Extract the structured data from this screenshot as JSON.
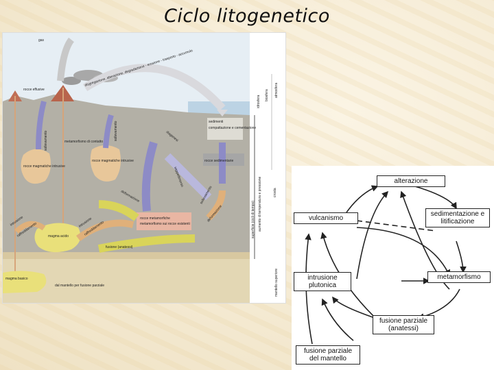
{
  "title": "Ciclo litogenetico",
  "left_diagram": {
    "labels": {
      "gas": "gas",
      "rocce_effusive": "rocce effusive",
      "atmosfera": "atmosfera",
      "biosfera": "biosfera",
      "idrosfera": "idrosfera",
      "top_arc": "disgregazione, alterazione, degradazione - erosione - trasporto - accumulo",
      "sollevamento_left": "sollevamento",
      "sollevamento_mid": "sollevamento",
      "metamorfismo_contatto": "metamorfismo di contatto",
      "rocce_magmatiche_intrusive_1": "rocce magmatiche intrusive",
      "rocce_magmatiche_intrusive_2": "rocce magmatiche intrusive",
      "sedimenti": "sedimenti",
      "compattazione": "compattazione e cementazione",
      "diagenesi": "diagenesi",
      "seppellimento": "seppellimento",
      "rocce_sedimentarie": "rocce sedimentarie",
      "sollevamento_right": "sollevamento",
      "deformazione_1": "deformazione",
      "deformazione_2": "deformazione",
      "rocce_metamorfiche": "rocce metamorfiche",
      "metamorfiche_sub": "metamorfismo sui rocce esistenti",
      "intrusione_1": "intrusione",
      "raffreddamento": "raffreddamento",
      "intrusione_2": "intrusione",
      "raffreddamento_2": "raffreddamento",
      "fusione": "fusione (anatessi)",
      "magma_acido": "magma acido",
      "magma_basico": "magma basico",
      "dal_mantello": "dal mantello per fusione parziale",
      "crosta": "crosta",
      "mantello": "mantello superiore",
      "aumento": "aumento di temperatura e pressione",
      "sfortuna_scale": "superficie (cicli di tempo)"
    }
  },
  "right_diagram": {
    "nodes": {
      "alterazione": "alterazione",
      "sedimentazione": "sedimentazione e litificazione",
      "vulcanismo": "vulcanismo",
      "intrusione": "intrusione plutonica",
      "metamorfismo": "metamorfismo",
      "fusione_parziale": "fusione parziale (anatessi)",
      "fusione_mantello": "fusione parziale del mantello"
    }
  },
  "colors": {
    "sky": "#c9ddea",
    "crust": "#b3b0a6",
    "magma_yellow": "#e9e07a",
    "magma_orange": "#e8c79a",
    "arrow_purple": "#8d8bc6",
    "arrow_yellow": "#d9d45a",
    "arrow_orange": "#e0b07a",
    "meta_box": "#e9b6a3",
    "sed_box": "#a6a6a6"
  }
}
